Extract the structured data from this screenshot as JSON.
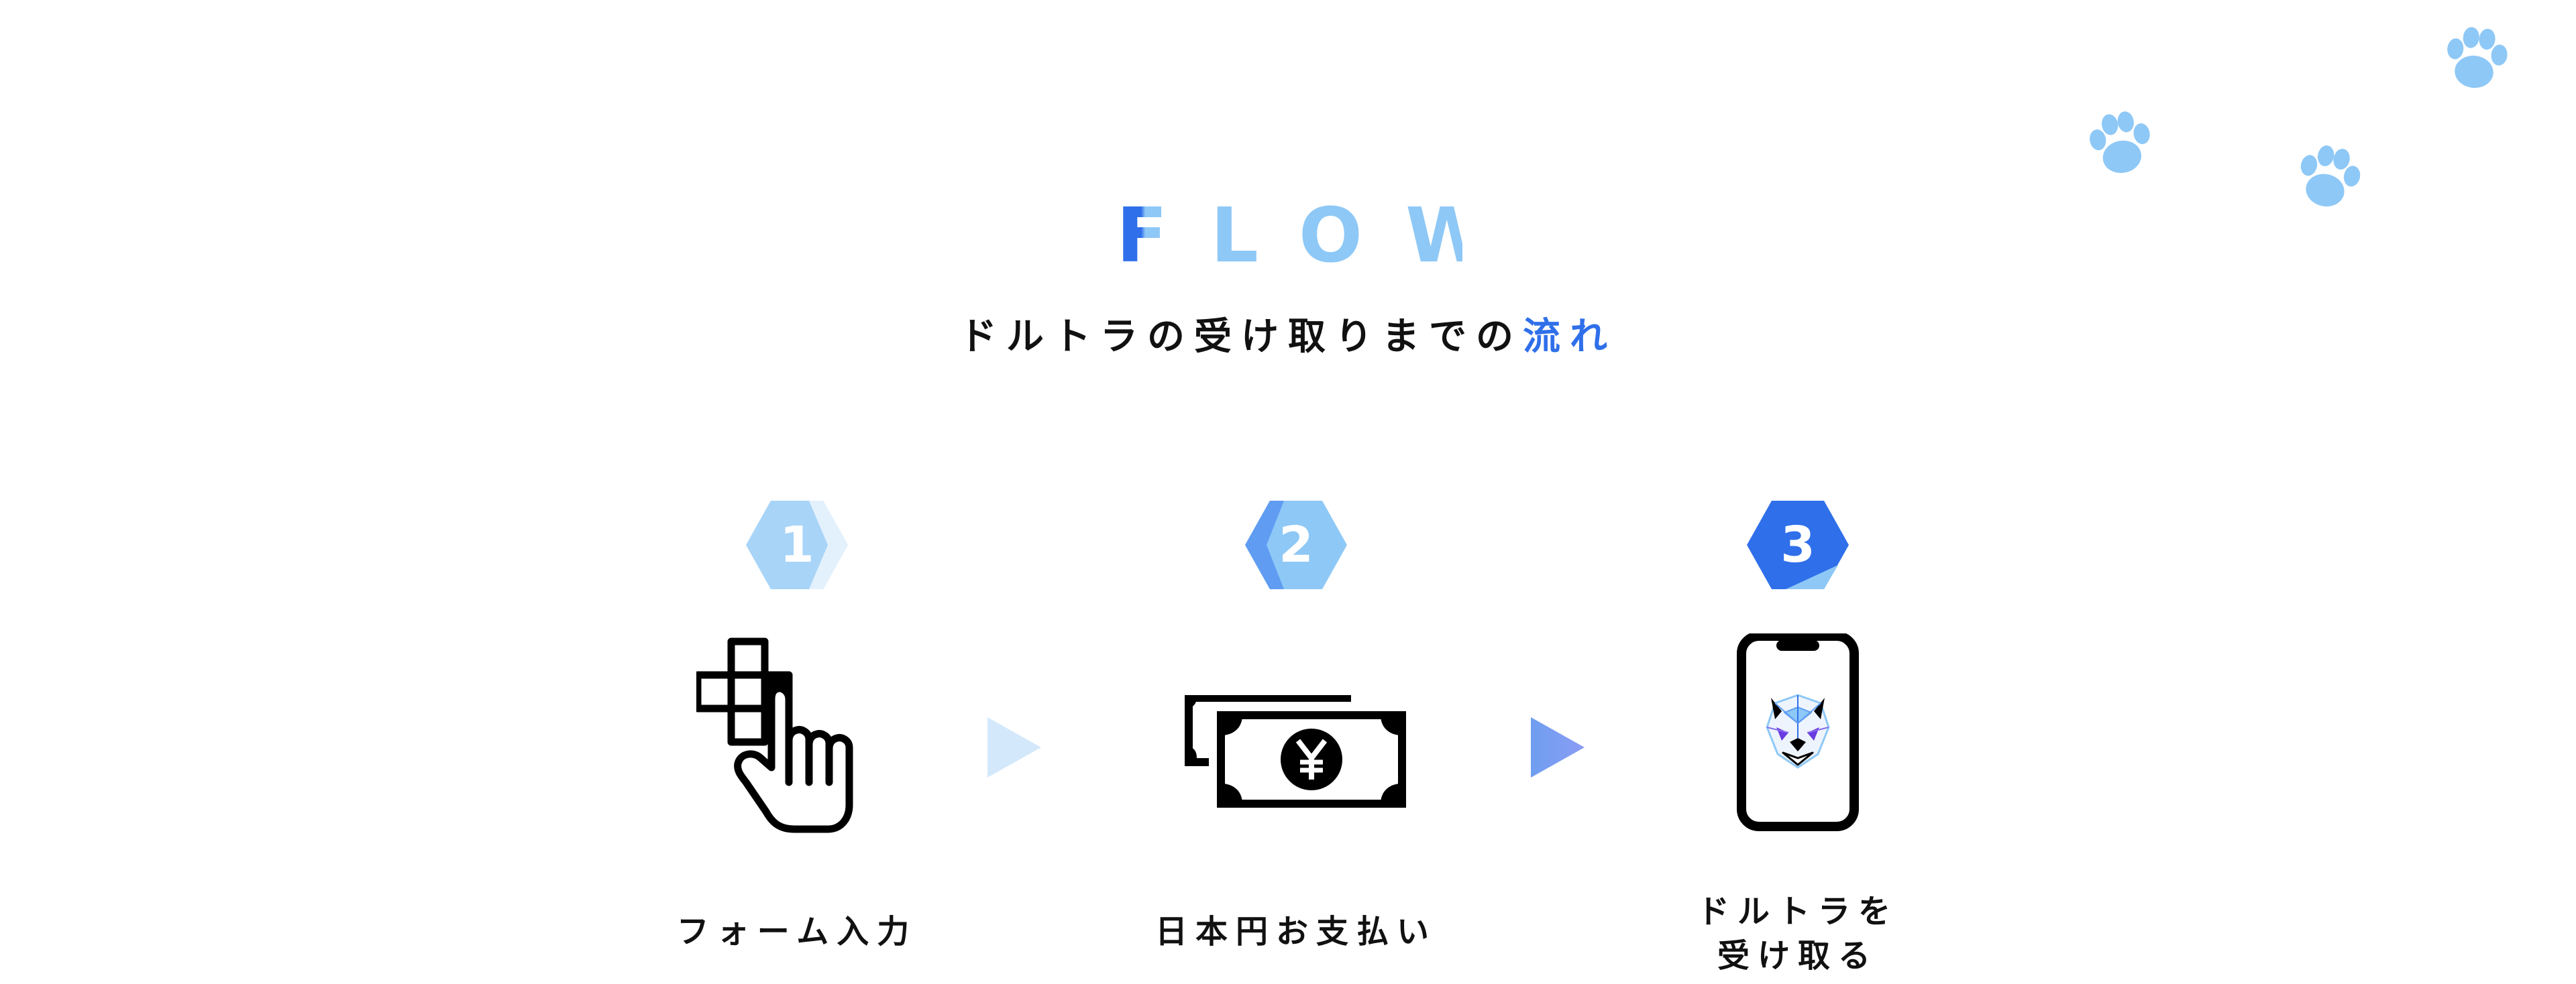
{
  "section": {
    "title": "FLOW",
    "subtitle_main": "ドルトラの受け取りまでの",
    "subtitle_accent": "流れ"
  },
  "steps": [
    {
      "number": "1",
      "label_line1": "フォーム入力",
      "label_line2": "",
      "icon": "form-input-click-icon"
    },
    {
      "number": "2",
      "label_line1": "日本円お支払い",
      "label_line2": "",
      "icon": "yen-banknotes-icon"
    },
    {
      "number": "3",
      "label_line1": "ドルトラを",
      "label_line2": "受け取る",
      "icon": "smartphone-tiger-icon"
    }
  ],
  "decorations": {
    "paw_icon": "paw-print-icon",
    "arrow_icon": "triangle-right-arrow-icon"
  },
  "colors": {
    "accent_blue": "#2f6fea",
    "light_blue": "#8ec8f6",
    "pale_blue": "#d4e8fb",
    "text_dark": "#111111",
    "tiger_purple": "#6a3be0"
  }
}
